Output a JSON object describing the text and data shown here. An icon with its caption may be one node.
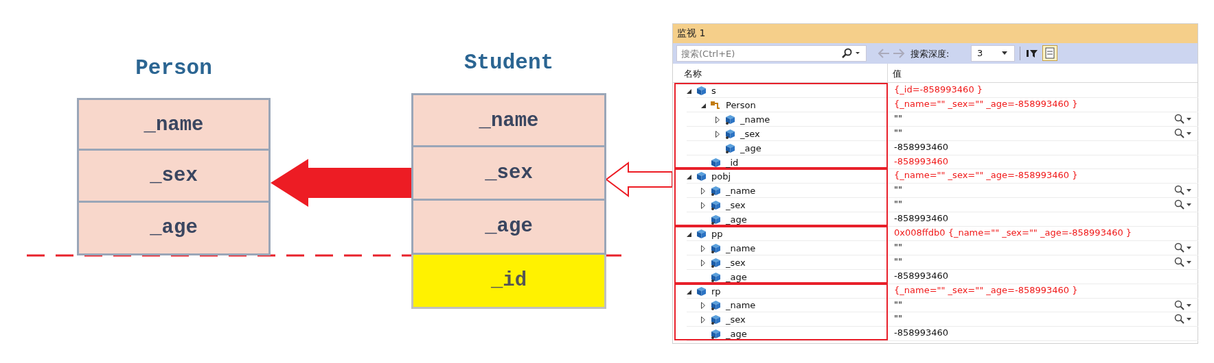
{
  "diagram": {
    "nodes": [
      {
        "text": [
          "Person"
        ]
      },
      {
        "text": [
          "_name"
        ],
        "in": 0
      },
      {
        "text": [
          "_sex"
        ],
        "in": 0
      },
      {
        "text": [
          "_age"
        ],
        "in": 0
      },
      {
        "text": [
          "Student"
        ]
      },
      {
        "text": [
          "_name"
        ],
        "in": 4
      },
      {
        "text": [
          "_sex"
        ],
        "in": 4
      },
      {
        "text": [
          "_age"
        ],
        "in": 4
      },
      {
        "text": [
          "_id"
        ],
        "in": 4
      },
      {
        "text": [
          "监视 1"
        ]
      },
      {
        "text": [
          "s",
          "Person",
          "_name",
          "_sex",
          "_age",
          "_id"
        ],
        "in": 9
      },
      {
        "text": [
          "pobj",
          "_name",
          "_sex",
          "_age"
        ],
        "in": 9
      },
      {
        "text": [
          "pp",
          "_name",
          "_sex",
          "_age"
        ],
        "in": 9
      },
      {
        "text": [
          "rp",
          "_name",
          "_sex",
          "_age"
        ],
        "in": 9
      }
    ],
    "edges": [
      {
        "from": 4,
        "to": 0,
        "arrow": "to",
        "style": "thick"
      },
      {
        "from": 9,
        "to": 4,
        "arrow": "to"
      }
    ],
    "labels": [
      "搜索(Ctrl+E)",
      "搜索深度:",
      "3",
      "名称",
      "值",
      "{_id=-858993460 }",
      "{_name=\"\" _sex=\"\" _age=-858993460 }",
      "\"\"",
      "\"\"",
      "-858993460",
      "-858993460",
      "{_name=\"\" _sex=\"\" _age=-858993460 }",
      "\"\"",
      "\"\"",
      "-858993460",
      "0x008ffdb0 {_name=\"\" _sex=\"\" _age=-858993460 }",
      "\"\"",
      "\"\"",
      "-858993460",
      "{_name=\"\" _sex=\"\" _age=-858993460 }",
      "\"\"",
      "\"\"",
      "-858993460"
    ]
  }
}
